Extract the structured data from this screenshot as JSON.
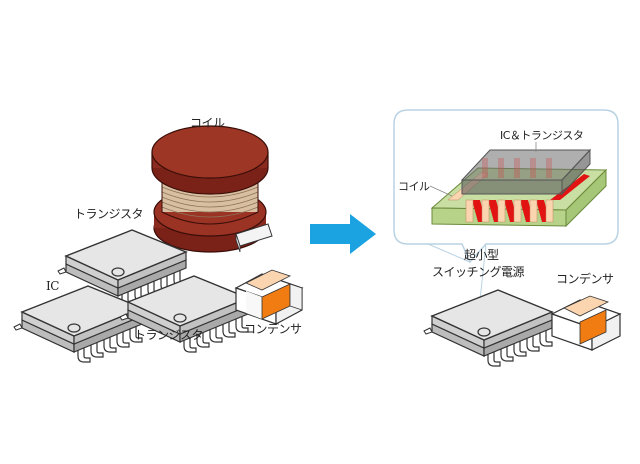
{
  "diagram": {
    "before": {
      "coil_label": "コイル",
      "transistor_label_1": "トランジスタ",
      "ic_label": "IC",
      "transistor_label_2": "トランジスタ",
      "capacitor_label": "コンデンサ"
    },
    "after": {
      "callout_title": "IC＆トランジスタ",
      "callout_coil_label": "コイル",
      "module_label_line1": "超小型",
      "module_label_line2": "スイッチング電源",
      "capacitor_label": "コンデンサ"
    },
    "arrow_direction": "right",
    "colors": {
      "coil_red": "#8b2a1e",
      "coil_winding": "#d9bfa2",
      "chip_body": "#e6e6e6",
      "capacitor_orange": "#f07c12",
      "capacitor_light_orange": "#fbd4b0",
      "arrow_blue": "#1aa3e0",
      "substrate_green": "#b7d38a",
      "coil_trace_red": "#e21313",
      "callout_border": "#b9d3e3"
    }
  }
}
